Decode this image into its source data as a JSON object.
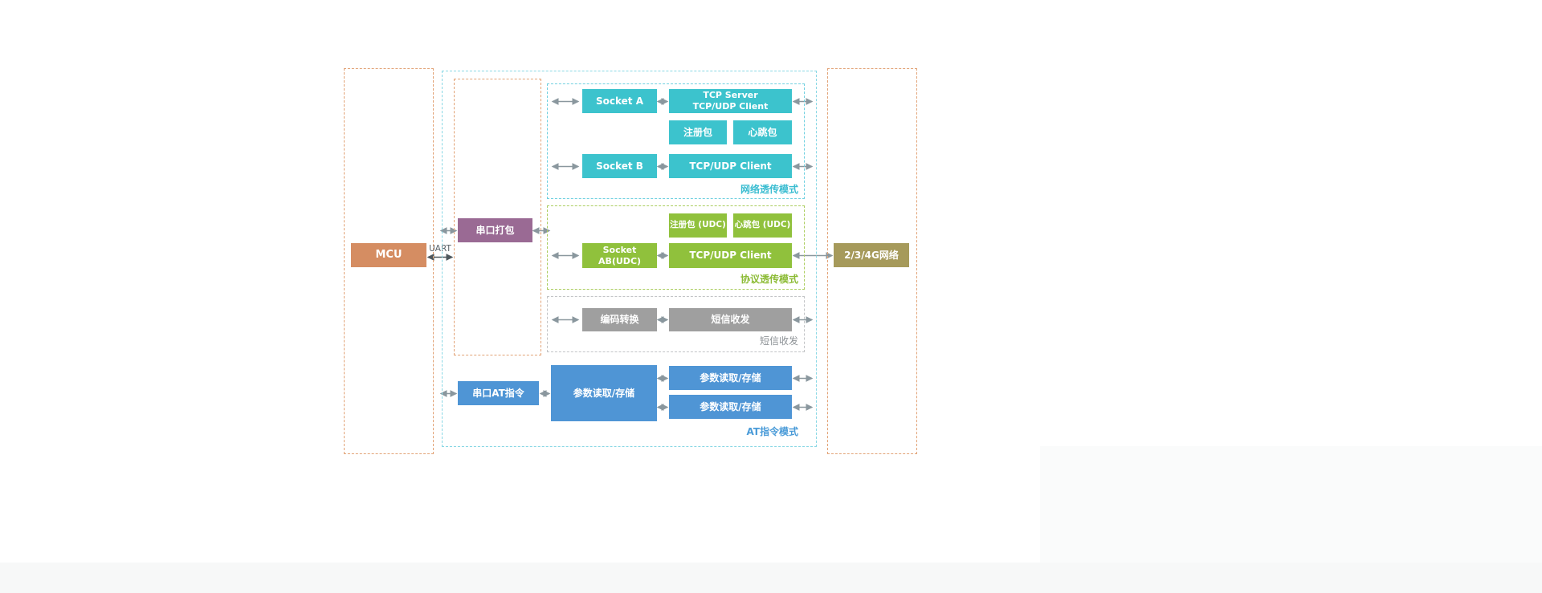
{
  "mcu_label": "MCU",
  "uart_label": "UART",
  "serial_pack_label": "串口打包",
  "network_label": "2/3/4G网络",
  "net_mode": {
    "title": "网络透传模式",
    "socket_a": "Socket A",
    "tcp_server": "TCP Server",
    "tcp_udp_client_top": "TCP/UDP Client",
    "reg_packet": "注册包",
    "heartbeat_packet": "心跳包",
    "socket_b": "Socket B",
    "tcp_udp_client_bottom": "TCP/UDP Client"
  },
  "proto_mode": {
    "title": "协议透传模式",
    "reg_packet_udc": "注册包 (UDC)",
    "heartbeat_packet_udc": "心跳包 (UDC)",
    "socket_ab_line1": "Socket",
    "socket_ab_line2": "AB(UDC)",
    "tcp_udp_client": "TCP/UDP Client"
  },
  "sms_mode": {
    "title": "短信收发",
    "encode_convert": "编码转换",
    "sms_send_receive": "短信收发"
  },
  "at_mode": {
    "title": "AT指令模式",
    "serial_at_cmd": "串口AT指令",
    "param_read_store_main": "参数读取/存储",
    "param_read_store_1": "参数读取/存储",
    "param_read_store_2": "参数读取/存储"
  },
  "colors": {
    "block_cyan": "#3cc3cd",
    "block_green": "#90c13c",
    "block_gray": "#9f9f9f",
    "block_blue": "#4f95d5",
    "block_orange": "#d58d62",
    "block_olive": "#a69a5b",
    "block_purple": "#9a6a94",
    "accent_cyan": "#3bbdd1",
    "accent_green": "#8cbb35",
    "accent_gray": "#8d9296",
    "accent_blue": "#4a9bd8",
    "arrow_gray": "#8a979e",
    "arrow_dark": "#4f585d",
    "dashed_orange": "#e2a377",
    "dashed_cyan": "#8ad8e5"
  }
}
